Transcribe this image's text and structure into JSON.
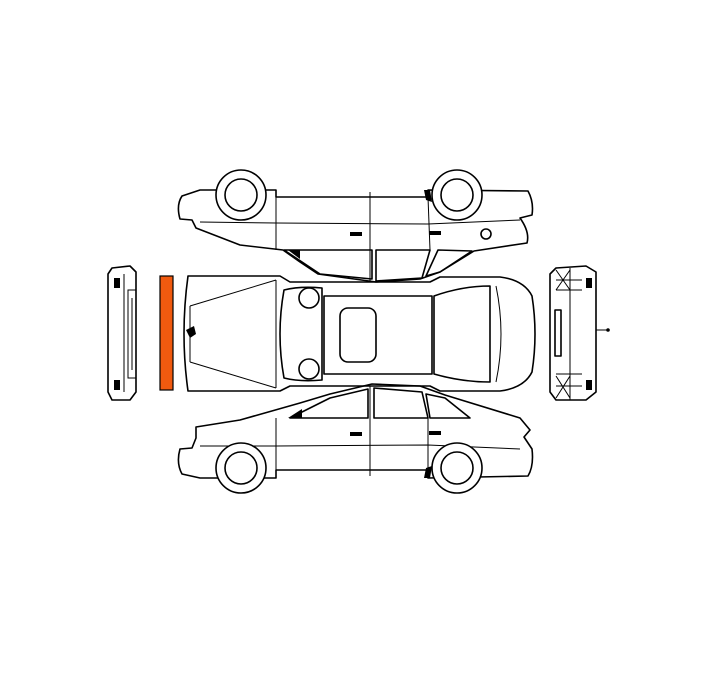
{
  "diagram": {
    "views": [
      "side-left",
      "side-right",
      "top",
      "front",
      "rear"
    ],
    "highlighted_part": "front-bumper",
    "colors": {
      "highlight": "#f15a0f",
      "outline": "#000000",
      "background": "#ffffff"
    }
  }
}
